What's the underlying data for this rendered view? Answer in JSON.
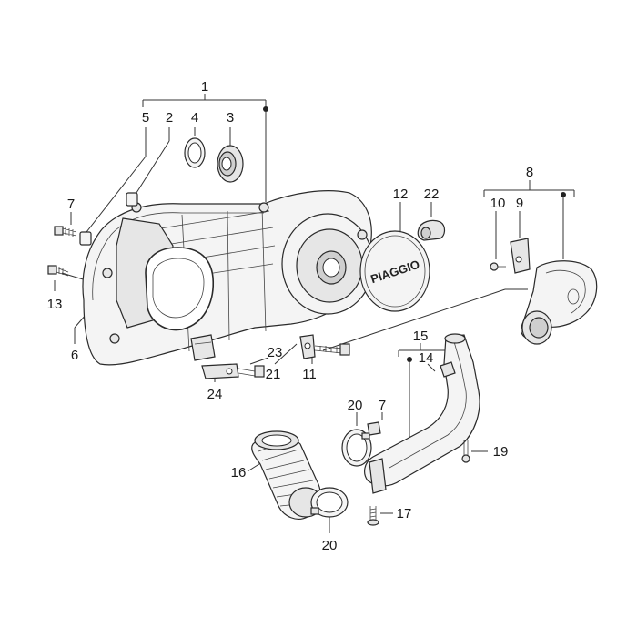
{
  "brand_text": "PIAGGIO",
  "labels": {
    "l1": "1",
    "l2": "2",
    "l3": "3",
    "l4": "4",
    "l5": "5",
    "l7a": "7",
    "l7b": "7",
    "l8": "8",
    "l9": "9",
    "l10": "10",
    "l11": "11",
    "l12": "12",
    "l13": "13",
    "l14": "14",
    "l15": "15",
    "l16": "16",
    "l17": "17",
    "l19": "19",
    "l20a": "20",
    "l20b": "20",
    "l21": "21",
    "l22": "22",
    "l23": "23",
    "l24": "24",
    "l6": "6"
  }
}
